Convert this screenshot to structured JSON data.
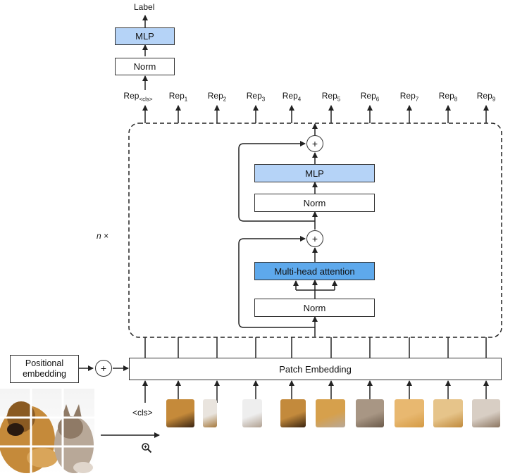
{
  "top": {
    "label": "Label",
    "mlp": "MLP",
    "norm": "Norm"
  },
  "reps": [
    {
      "base": "Rep",
      "sub": "<cls>"
    },
    {
      "base": "Rep",
      "sub": "1"
    },
    {
      "base": "Rep",
      "sub": "2"
    },
    {
      "base": "Rep",
      "sub": "3"
    },
    {
      "base": "Rep",
      "sub": "4"
    },
    {
      "base": "Rep",
      "sub": "5"
    },
    {
      "base": "Rep",
      "sub": "6"
    },
    {
      "base": "Rep",
      "sub": "7"
    },
    {
      "base": "Rep",
      "sub": "8"
    },
    {
      "base": "Rep",
      "sub": "9"
    }
  ],
  "encoder": {
    "repeat_label": "n ×",
    "mlp": "MLP",
    "norm_upper": "Norm",
    "attention": "Multi-head attention",
    "norm_lower": "Norm",
    "add_symbol": "+"
  },
  "bottom": {
    "positional": "Positional embedding",
    "add_symbol": "+",
    "patch_embedding": "Patch Embedding",
    "cls_token": "<cls>"
  },
  "icons": {
    "zoom": "zoom-in-icon"
  },
  "colors": {
    "mlp": "#b5d3f7",
    "attention": "#5ea9ec"
  }
}
